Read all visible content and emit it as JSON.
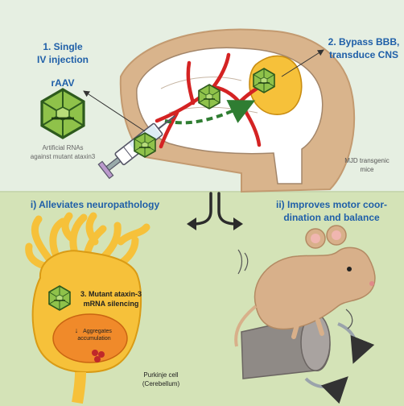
{
  "top": {
    "step1_line1": "1. Single",
    "step1_line2": "IV injection",
    "vector_label": "rAAV",
    "payload_line1": "Artificial RNAs",
    "payload_line2": "against mutant ataxin3",
    "step2_line1": "2. Bypass BBB,",
    "step2_line2": "transduce CNS",
    "model_line1": "MJD transgenic",
    "model_line2": "mice"
  },
  "bottom": {
    "outcome1": "i) Alleviates neuropathology",
    "outcome2_line1": "ii) Improves motor coor-",
    "outcome2_line2": "dination and balance",
    "step3_line1": "3. Mutant ataxin-3",
    "step3_line2": "mRNA silencing",
    "aggregates_line1": "Aggregates",
    "aggregates_line2": "accumulation",
    "aggregates_arrow": "↓",
    "cell_line1": "Purkinje cell",
    "cell_line2": "(Cerebellum)"
  },
  "colors": {
    "top_bg": "#e6efe2",
    "bottom_bg": "#d4e3b7",
    "head": "#d9b48c",
    "brain": "#ffffff",
    "vessel": "#d42323",
    "virus": "#8fc24a",
    "purkinje": "#f6c13a",
    "mouse": "#d8b08a",
    "rod": "#8f8a86"
  }
}
